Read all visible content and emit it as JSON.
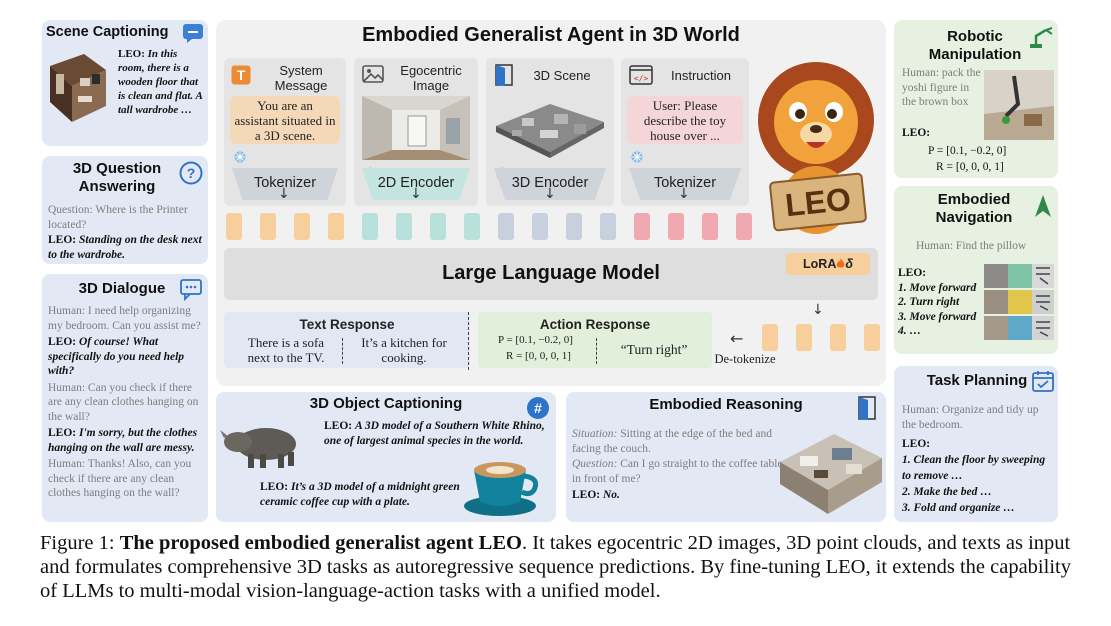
{
  "center": {
    "title": "Embodied Generalist Agent in 3D World",
    "inputs": [
      {
        "label": "System Message",
        "content": "You are an assistant situated in a 3D scene.",
        "encoder": "Tokenizer"
      },
      {
        "label": "Egocentric Image",
        "encoder": "2D Encoder"
      },
      {
        "label": "3D Scene",
        "encoder": "3D Encoder"
      },
      {
        "label": "Instruction",
        "content": "User: Please describe the toy house over ...",
        "encoder": "Tokenizer"
      }
    ],
    "llm": "Large Language Model",
    "lora": "LoRA",
    "lora_delta": "δ",
    "text_response": {
      "title": "Text Response",
      "items": [
        "There is a sofa next to the TV.",
        "It’s a kitchen for cooking."
      ]
    },
    "action_response": {
      "title": "Action Response",
      "pose_p": "P = [0.1, −0.2, 0]",
      "pose_r": "R = [0, 0, 0, 1]",
      "action": "“Turn right”"
    },
    "detokenize": "De-tokenize",
    "mascot_text": "LEO"
  },
  "scene_captioning": {
    "title": "Scene Captioning",
    "leo_prefix": "LEO:",
    "leo_text": "In this room, there is a wooden floor that is clean and flat. A tall wardrobe …"
  },
  "qa3d": {
    "title": "3D Question Answering",
    "question": "Question: Where is the Printer located?",
    "leo_prefix": "LEO:",
    "leo_text": "Standing on the desk next to the wardrobe."
  },
  "dialogue": {
    "title": "3D Dialogue",
    "turns": [
      {
        "role": "human",
        "text": "Human: I need help organizing my bedroom. Can you assist me?"
      },
      {
        "role": "leo",
        "prefix": "LEO:",
        "text": "Of course! What specifically do you need help with?"
      },
      {
        "role": "human",
        "text": "Human: Can you check if there are any clean clothes hanging on the wall?"
      },
      {
        "role": "leo",
        "prefix": "LEO:",
        "text": "I'm sorry, but the clothes hanging on the wall are messy."
      },
      {
        "role": "human",
        "text": "Human: Thanks! Also, can you check if there are any clean clothes hanging on the wall?"
      }
    ]
  },
  "object_captioning": {
    "title": "3D Object Captioning",
    "leo1_prefix": "LEO:",
    "leo1_text": "A 3D model of a Southern White Rhino, one of largest animal species in the world.",
    "leo2_prefix": "LEO:",
    "leo2_text": "It’s a 3D model of a midnight green ceramic coffee cup with a plate."
  },
  "reasoning": {
    "title": "Embodied Reasoning",
    "situation_label": "Situation:",
    "situation_text": "Sitting at the edge of the bed and facing the couch.",
    "question_label": "Question:",
    "question_text": "Can I go straight to the coffee table in front of me?",
    "leo_prefix": "LEO:",
    "leo_text": "No."
  },
  "manipulation": {
    "title": "Robotic Manipulation",
    "human": "Human: pack the yoshi figure in the brown box",
    "leo_prefix": "LEO:",
    "p": "P = [0.1, −0.2, 0]",
    "r": "R = [0, 0, 0, 1]"
  },
  "navigation": {
    "title": "Embodied Navigation",
    "human": "Human: Find the pillow",
    "leo_prefix": "LEO:",
    "steps": [
      "1. Move forward",
      "2. Turn right",
      "3. Move forward",
      "4. …"
    ]
  },
  "planning": {
    "title": "Task Planning",
    "human": "Human: Organize and tidy up the bedroom.",
    "leo_prefix": "LEO:",
    "steps": [
      "1. Clean the floor by sweeping to remove …",
      "2. Make the bed …",
      "3. Fold and organize …"
    ]
  },
  "caption": {
    "prefix": "Figure 1: ",
    "bold": "The proposed embodied generalist agent LEO",
    "rest": ". It takes egocentric 2D images, 3D point clouds, and texts as input and formulates comprehensive 3D tasks as autoregressive sequence predictions. By fine-tuning LEO, it extends the capability of LLMs to multi-modal vision-language-action tasks with a unified model."
  },
  "colors": {
    "panel_blue": "#e3e9f4",
    "panel_green": "#e6f1e2",
    "token_orange": "#f6cf9c",
    "token_teal": "#b9e1dc",
    "token_gray": "#c7d0dc",
    "token_pink": "#f0a8b1"
  }
}
